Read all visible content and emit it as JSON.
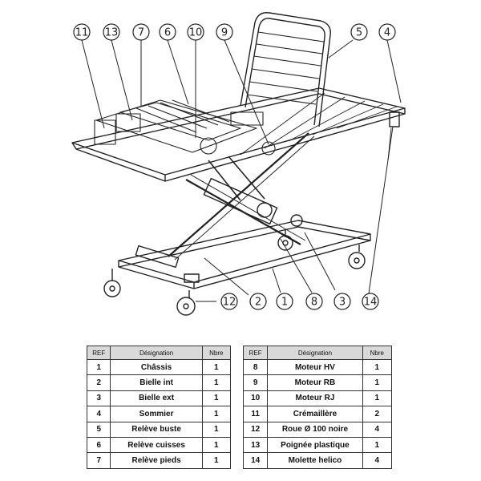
{
  "callouts": [
    {
      "id": "c11",
      "label": "11"
    },
    {
      "id": "c13",
      "label": "13"
    },
    {
      "id": "c7",
      "label": "7"
    },
    {
      "id": "c6",
      "label": "6"
    },
    {
      "id": "c10",
      "label": "10"
    },
    {
      "id": "c9",
      "label": "9"
    },
    {
      "id": "c5",
      "label": "5"
    },
    {
      "id": "c4",
      "label": "4"
    },
    {
      "id": "c12",
      "label": "12"
    },
    {
      "id": "c2",
      "label": "2"
    },
    {
      "id": "c1",
      "label": "1"
    },
    {
      "id": "c8",
      "label": "8"
    },
    {
      "id": "c3",
      "label": "3"
    },
    {
      "id": "c14",
      "label": "14"
    }
  ],
  "table_headers": {
    "ref": "REF",
    "designation": "Désignation",
    "qty": "Nbre"
  },
  "parts_left": [
    {
      "ref": "1",
      "designation": "Châssis",
      "qty": "1"
    },
    {
      "ref": "2",
      "designation": "Bielle int",
      "qty": "1"
    },
    {
      "ref": "3",
      "designation": "Bielle ext",
      "qty": "1"
    },
    {
      "ref": "4",
      "designation": "Sommier",
      "qty": "1"
    },
    {
      "ref": "5",
      "designation": "Relève buste",
      "qty": "1"
    },
    {
      "ref": "6",
      "designation": "Relève cuisses",
      "qty": "1"
    },
    {
      "ref": "7",
      "designation": "Relève pieds",
      "qty": "1"
    }
  ],
  "parts_right": [
    {
      "ref": "8",
      "designation": "Moteur HV",
      "qty": "1"
    },
    {
      "ref": "9",
      "designation": "Moteur RB",
      "qty": "1"
    },
    {
      "ref": "10",
      "designation": "Moteur RJ",
      "qty": "1"
    },
    {
      "ref": "11",
      "designation": "Crémaillère",
      "qty": "2"
    },
    {
      "ref": "12",
      "designation": "Roue Ø 100 noire",
      "qty": "4"
    },
    {
      "ref": "13",
      "designation": "Poignée plastique",
      "qty": "1"
    },
    {
      "ref": "14",
      "designation": "Molette helico",
      "qty": "4"
    }
  ]
}
